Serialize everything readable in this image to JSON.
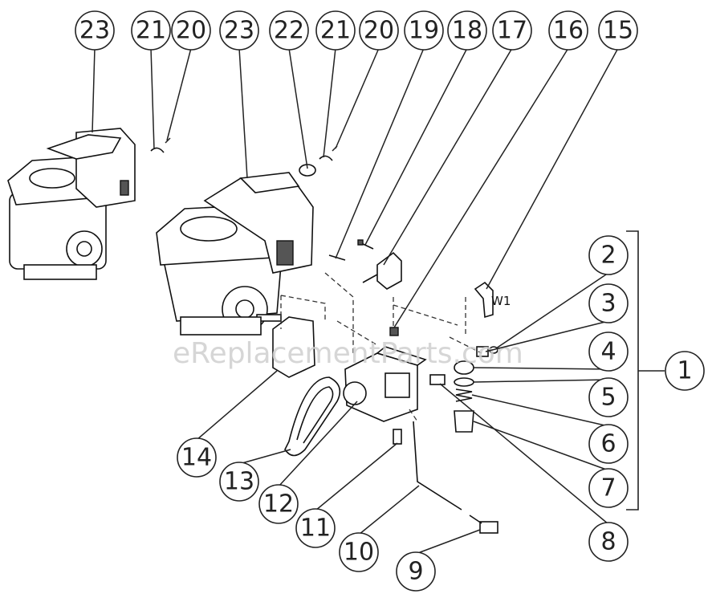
{
  "watermark": "eReplacementParts.com",
  "callouts": [
    {
      "label": "23",
      "part": "engine-left"
    },
    {
      "label": "21",
      "part": "clip-left"
    },
    {
      "label": "20",
      "part": "screw-left"
    },
    {
      "label": "23",
      "part": "engine-right"
    },
    {
      "label": "22",
      "part": "hose-clamp"
    },
    {
      "label": "21",
      "part": "clip-right"
    },
    {
      "label": "20",
      "part": "screw-right"
    },
    {
      "label": "19",
      "part": "pin"
    },
    {
      "label": "18",
      "part": "bolt"
    },
    {
      "label": "17",
      "part": "unloader-valve"
    },
    {
      "label": "16",
      "part": "nut"
    },
    {
      "label": "15",
      "part": "elbow-fitting"
    },
    {
      "label": "2",
      "part": "o-ring"
    },
    {
      "label": "3",
      "part": "adapter"
    },
    {
      "label": "4",
      "part": "cap"
    },
    {
      "label": "5",
      "part": "gasket"
    },
    {
      "label": "6",
      "part": "spring"
    },
    {
      "label": "7",
      "part": "cup"
    },
    {
      "label": "1",
      "part": "assembly-group"
    },
    {
      "label": "8",
      "part": "outlet-fitting"
    },
    {
      "label": "9",
      "part": "connector"
    },
    {
      "label": "10",
      "part": "tube"
    },
    {
      "label": "11",
      "part": "plug"
    },
    {
      "label": "12",
      "part": "pump"
    },
    {
      "label": "13",
      "part": "belt"
    },
    {
      "label": "14",
      "part": "bracket"
    }
  ],
  "part_labels": {
    "w1": "W1"
  }
}
